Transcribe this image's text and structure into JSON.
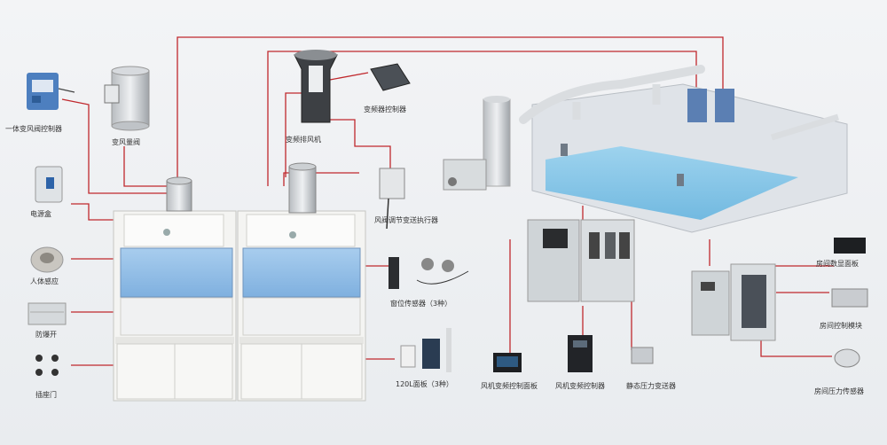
{
  "colors": {
    "wire": "#c0282d",
    "cabinet_body": "#f2f2f0",
    "sash_glass": "#9fc4e6",
    "water": "#7ec3e6",
    "room_wall": "#dfe3e8",
    "duct": "#d9dde1",
    "panel_grey": "#cfd3d6",
    "screen_dark": "#1d1f22"
  },
  "labels": {
    "integrated_actuator": "一体变风阀控制器",
    "variable_air_valve": "变风量阀",
    "power_box": "电源盒",
    "sensor_human": "人体感应",
    "explosion_proof_switch": "防爆开",
    "socket": "插座门",
    "exhaust_fan": "变频排风机",
    "vfd_controller": "变频器控制器",
    "valve_actuator": "风阀调节变送执行器",
    "window_sensor": "窗位传感器（3种）",
    "panel_lcd": "120L面板（3种）",
    "room_controller": "风机变频控制面板",
    "inverter": "风机变频控制器",
    "pressure_gauge": "静态压力变送器",
    "room_screen": "房间数显面板",
    "room_module": "房间控制模块",
    "room_pressure": "房间压力传感器"
  },
  "icons": [
    "damper-actuator-icon",
    "air-valve-icon",
    "power-box-icon",
    "motion-sensor-icon",
    "explosion-switch-icon",
    "socket-icon",
    "exhaust-fan-icon",
    "controller-module-icon",
    "window-sensor-icon",
    "lcd-panel-icon",
    "inverter-icon",
    "pressure-transmitter-icon",
    "scrubber-tower-icon",
    "lab-room-icon",
    "control-cabinet-icon"
  ]
}
